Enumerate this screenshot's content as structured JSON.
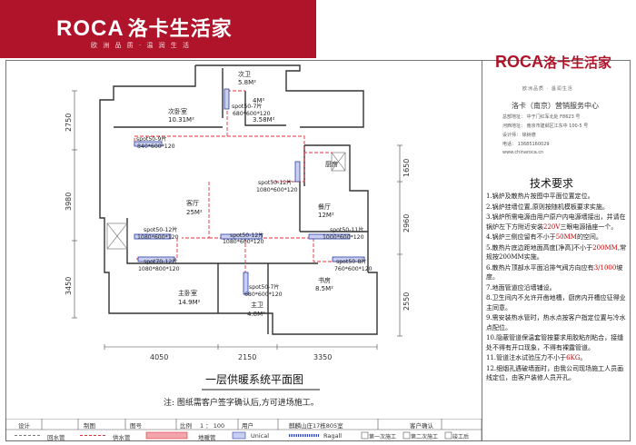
{
  "banner": {
    "brand_en": "ROCA",
    "brand_cn": "洛卡生活家",
    "slogan": "欧 洲 品 质  ·  温 润 生 活"
  },
  "right_logo": {
    "brand_en": "ROCA",
    "brand_cn": "洛卡生活家",
    "slogan": "欧洲品质 · 温润生活"
  },
  "service": {
    "center": "洛卡（南京）营销服务中心",
    "lines": [
      "总部地址：  中于门红军北处 F8623 号",
      "河西地址：  南京市建邺区江东中 100-5 号",
      "设计师：  徐树德",
      "电话：  13685160029",
      "www.chinaroca.cn"
    ]
  },
  "tech": {
    "title": "技术要求",
    "items": [
      {
        "pre": "1.锅炉及散热片按图中平面位置定位。",
        "hl": "",
        "post": ""
      },
      {
        "pre": "2.锅炉挂墙位置,原则按随机模板要求实施。",
        "hl": "",
        "post": ""
      },
      {
        "pre": "3.锅炉所需电源由用户原户内电源墙接出，并请在锅炉左下方附近安装",
        "hl": "220V",
        "post": "三眼电源插座一个。"
      },
      {
        "pre": "4.锅炉三侧应留有不小于",
        "hl": "50MM",
        "post": "的空间。"
      },
      {
        "pre": "5.散热片底边距地面高度[净高]不小于",
        "hl": "200MM",
        "post": ",常规按200MM实施。"
      },
      {
        "pre": "6.散热片顶部水平面沿排气阀方向应有",
        "hl": "3/1000",
        "post": "坡度。"
      },
      {
        "pre": "7.地面管道应沿墙铺设。",
        "hl": "",
        "post": ""
      },
      {
        "pre": "8.卫生间内不允许开凿地槽，厨房内开槽应征得业主同意。",
        "hl": "",
        "post": ""
      },
      {
        "pre": "9.需安装热水管时，热水点按客户指定位置与冷水点配位。",
        "hl": "",
        "post": ""
      },
      {
        "pre": "10.隐蔽管道保温套管按要求用胶粘剂粘合，接缝处不得有开口现象，不得有裸露管道。",
        "hl": "",
        "post": ""
      },
      {
        "pre": "11.管道注水试验压力不小于",
        "hl": "6KG",
        "post": "。"
      },
      {
        "pre": "12.细烟孔遇破墙面时，由我公司现场施工人员画线定位，由客户装修人员开孔。",
        "hl": "",
        "post": ""
      }
    ]
  },
  "plan": {
    "title": "一层供暖系统平面图",
    "note": "注: 图纸需客户签字确认后,方可进场施工。",
    "rooms": [
      {
        "name": "次卫",
        "area": "5.8M²"
      },
      {
        "name": "4M²",
        "area": ""
      },
      {
        "name": "次卧室",
        "area": "10.31M²"
      },
      {
        "name": "",
        "area": "3.58M²"
      },
      {
        "name": "厨房",
        "area": ""
      },
      {
        "name": "客厅",
        "area": "25M²"
      },
      {
        "name": "餐厅",
        "area": "12M²"
      },
      {
        "name": "书房",
        "area": "8.5M²"
      },
      {
        "name": "主卧室",
        "area": "14.9M²"
      },
      {
        "name": "主卫",
        "area": "4.8M²"
      }
    ],
    "radiators": [
      {
        "model": "spot50-7片",
        "size": "680*600*120"
      },
      {
        "model": "spot50-9片",
        "size": "840*600*120"
      },
      {
        "model": "spot50-12片",
        "size": "1080*600*120"
      },
      {
        "model": "spot50-12片",
        "size": "1080*600*120"
      },
      {
        "model": "spot50-12片",
        "size": "1080*600*120"
      },
      {
        "model": "spot50-11片",
        "size": "1000*600*120"
      },
      {
        "model": "spot70-12片",
        "size": "1080*800*120"
      },
      {
        "model": "spot50-8片",
        "size": "760*600*120"
      },
      {
        "model": "spot50-7片",
        "size": "680*600*120"
      }
    ],
    "dims": {
      "left": [
        "2750",
        "3980",
        "3450"
      ],
      "right": [
        "1650",
        "2960",
        "2550"
      ],
      "bottom": [
        "4050",
        "2150",
        "3350"
      ]
    }
  },
  "titleblock": {
    "design": "设计",
    "drawing": "制图",
    "drawing_no": "图号",
    "scale_label": "比例",
    "scale_value": "1 ： 100",
    "user": "用户",
    "address": "麒麟山庄17栋805室",
    "confirm": "客户确认"
  },
  "legend": {
    "return_pipe": "回水管",
    "supply_pipe": "供水管",
    "floor_pipe": "地暖管",
    "unical": "Unical",
    "ragall": "Ragall",
    "stage1": "第一次施工",
    "stage2": "第二次施工",
    "stage3": "竣工后"
  },
  "colors": {
    "brand": "#b0142a",
    "supply_pipe": "#e0303a",
    "return_pipe": "#7a7a7a",
    "radiator": "#2c3ea8"
  }
}
